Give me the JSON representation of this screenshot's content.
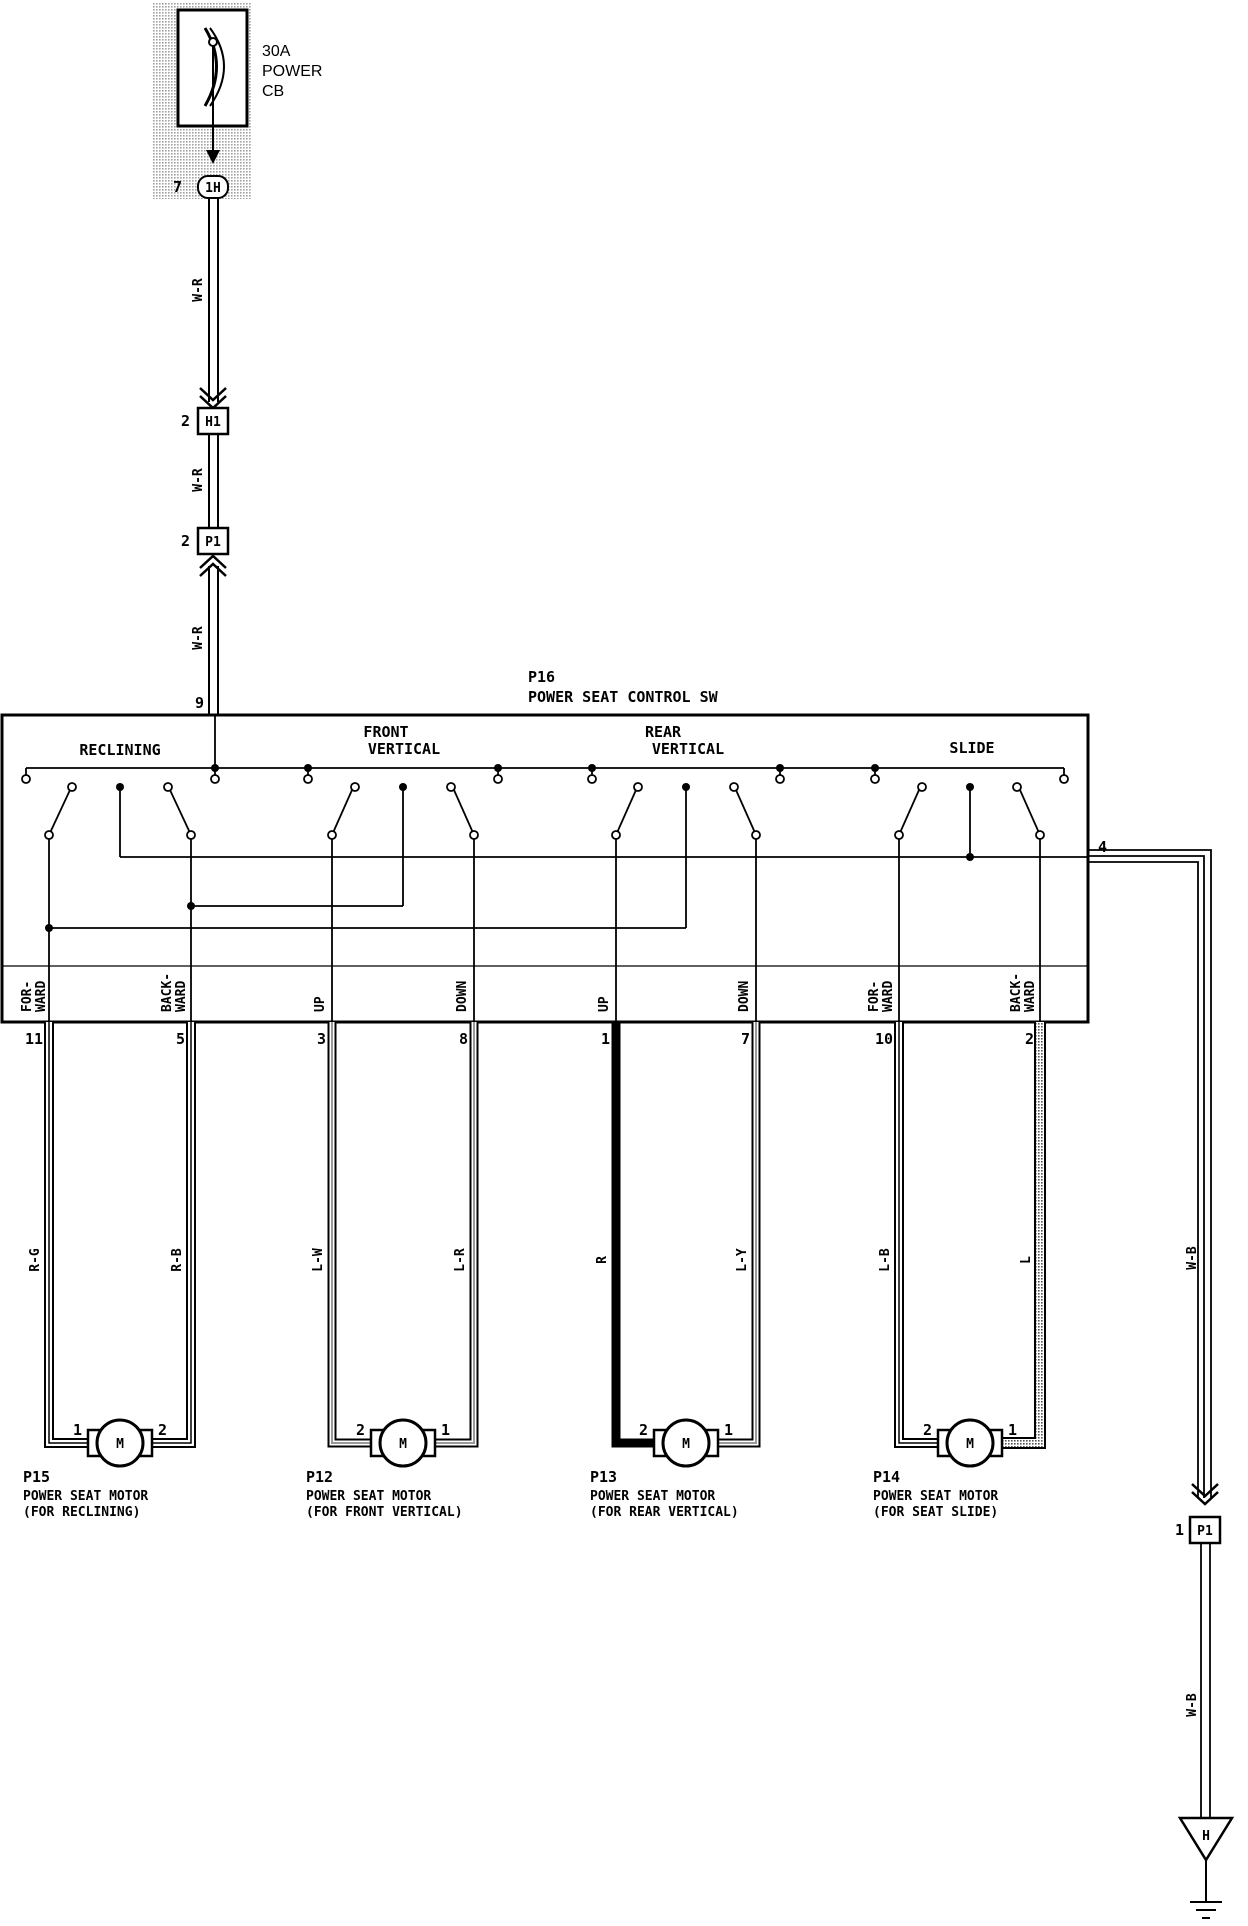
{
  "colors": {
    "line": "#000000",
    "shade": "#bdbdbd",
    "wire_gray": "#9a9a9a",
    "wire_black": "#000000"
  },
  "breaker": {
    "rating": "30A",
    "line2": "POWER",
    "line3": "CB",
    "pin": "7",
    "connector": "1H"
  },
  "wire_wr": "W-R",
  "wire_wb": "W-B",
  "connectors": {
    "h1": {
      "id": "H1",
      "pin": "2"
    },
    "p1_top": {
      "id": "P1",
      "pin": "2"
    },
    "p1_right": {
      "id": "P1",
      "pin": "1"
    },
    "ground": {
      "id": "H"
    }
  },
  "switch": {
    "id": "P16",
    "name": "POWER SEAT CONTROL SW",
    "supply_pin": "9",
    "ground_pin": "4",
    "sections": [
      {
        "line1": "RECLINING",
        "line2": ""
      },
      {
        "line1": "FRONT",
        "line2": "VERTICAL"
      },
      {
        "line1": "REAR",
        "line2": "VERTICAL"
      },
      {
        "line1": "SLIDE",
        "line2": ""
      }
    ],
    "positions": [
      {
        "line1": "FOR-",
        "line2": "WARD",
        "pin": "11",
        "wire": "R-G"
      },
      {
        "line1": "BACK-",
        "line2": "WARD",
        "pin": "5",
        "wire": "R-B"
      },
      {
        "line1": "UP",
        "line2": "",
        "pin": "3",
        "wire": "L-W"
      },
      {
        "line1": "DOWN",
        "line2": "",
        "pin": "8",
        "wire": "L-R"
      },
      {
        "line1": "UP",
        "line2": "",
        "pin": "1",
        "wire": "R"
      },
      {
        "line1": "DOWN",
        "line2": "",
        "pin": "7",
        "wire": "L-Y"
      },
      {
        "line1": "FOR-",
        "line2": "WARD",
        "pin": "10",
        "wire": "L-B"
      },
      {
        "line1": "BACK-",
        "line2": "WARD",
        "pin": "2",
        "wire": "L"
      }
    ]
  },
  "motor_symbol": "M",
  "motors": [
    {
      "id": "P15",
      "line1": "POWER SEAT MOTOR",
      "line2": "(FOR RECLINING)",
      "left_pin": "1",
      "right_pin": "2"
    },
    {
      "id": "P12",
      "line1": "POWER SEAT MOTOR",
      "line2": "(FOR FRONT VERTICAL)",
      "left_pin": "2",
      "right_pin": "1"
    },
    {
      "id": "P13",
      "line1": "POWER SEAT MOTOR",
      "line2": "(FOR REAR VERTICAL)",
      "left_pin": "2",
      "right_pin": "1"
    },
    {
      "id": "P14",
      "line1": "POWER SEAT MOTOR",
      "line2": "(FOR SEAT SLIDE)",
      "left_pin": "2",
      "right_pin": "1"
    }
  ]
}
